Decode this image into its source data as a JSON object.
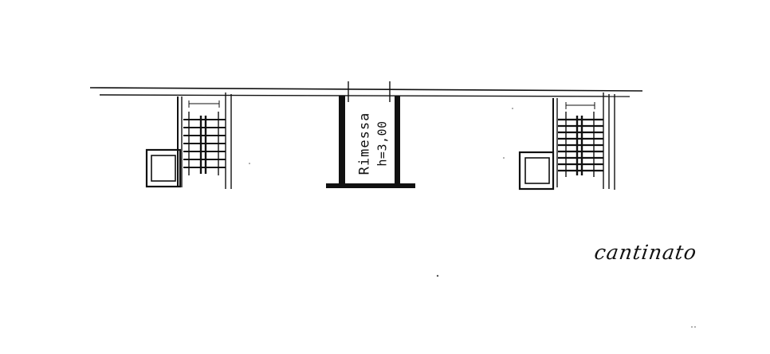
{
  "drawing": {
    "floor_label": "cantinato",
    "rooms": [
      {
        "name": "Rimessa",
        "height": "h=3,00"
      }
    ],
    "icons": [
      "stair-block-left",
      "stair-block-right",
      "lift-shaft-left",
      "lift-shaft-right"
    ]
  }
}
